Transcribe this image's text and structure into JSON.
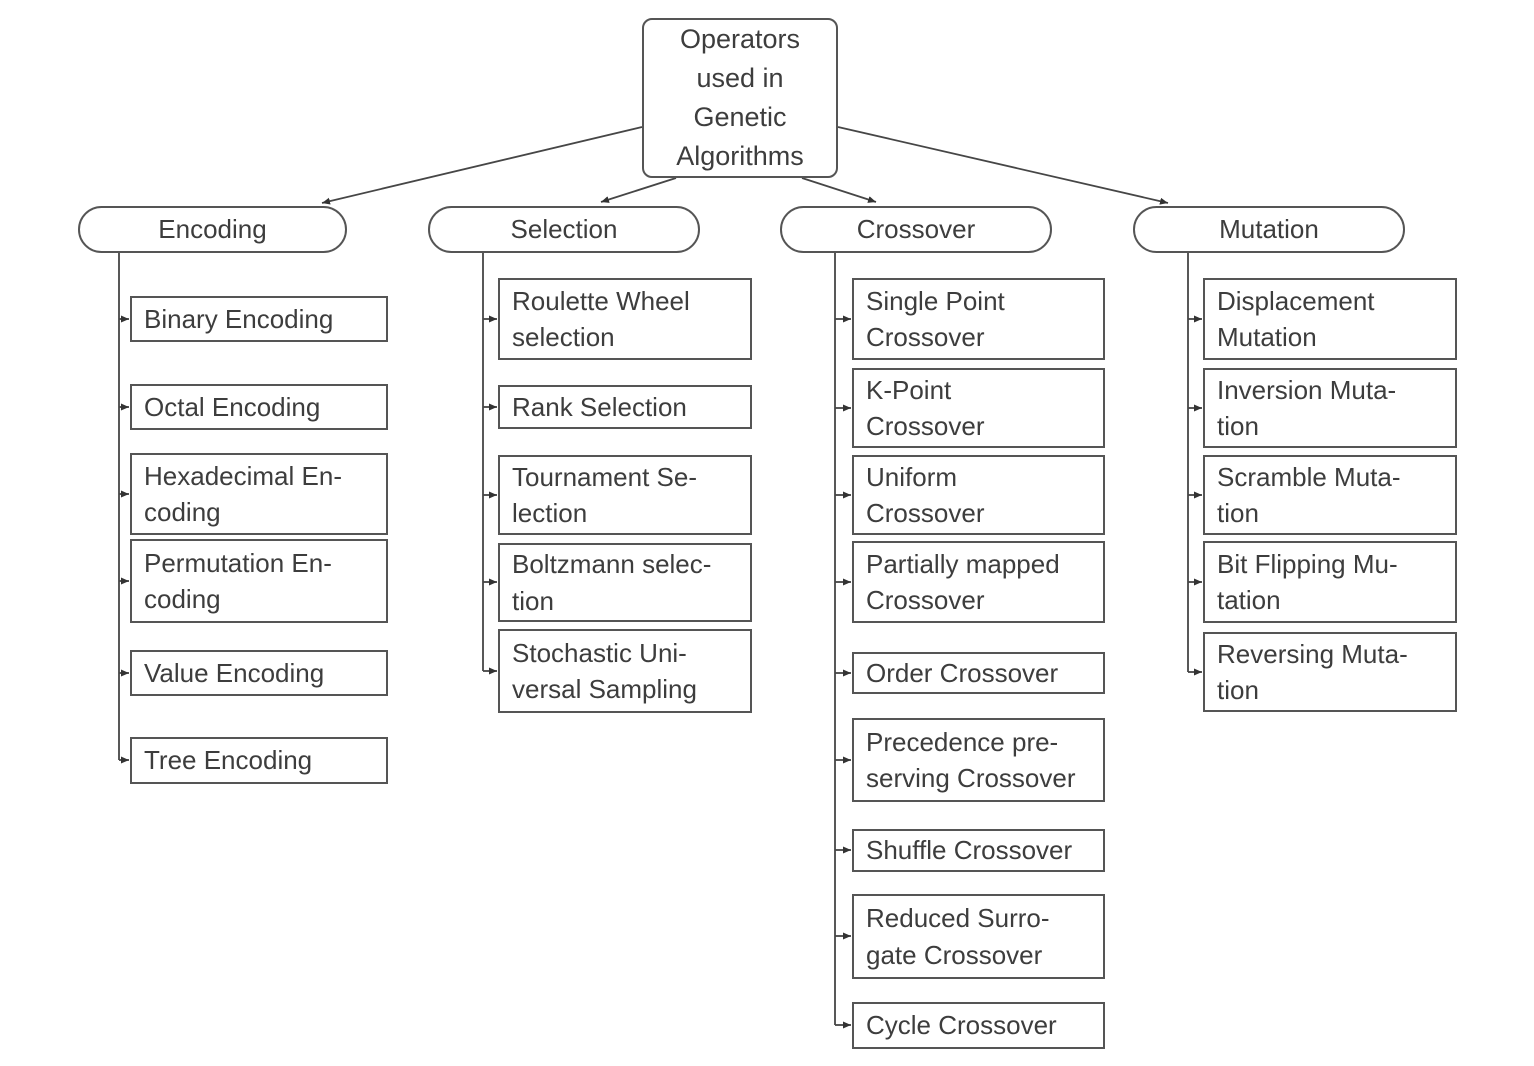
{
  "diagram_title": "Operators used in Genetic Algorithms",
  "root": {
    "label": "Operators\nused in\nGenetic\nAlgorithms"
  },
  "branches": [
    {
      "label": "Encoding",
      "children": [
        {
          "label": "Binary Encoding"
        },
        {
          "label": "Octal Encoding"
        },
        {
          "label": "Hexadecimal En-\ncoding"
        },
        {
          "label": "Permutation En-\ncoding"
        },
        {
          "label": "Value Encoding"
        },
        {
          "label": "Tree Encoding"
        }
      ]
    },
    {
      "label": "Selection",
      "children": [
        {
          "label": "Roulette Wheel\nselection"
        },
        {
          "label": "Rank Selection"
        },
        {
          "label": "Tournament Se-\nlection"
        },
        {
          "label": "Boltzmann selec-\ntion"
        },
        {
          "label": "Stochastic Uni-\nversal Sampling"
        }
      ]
    },
    {
      "label": "Crossover",
      "children": [
        {
          "label": "Single Point\nCrossover"
        },
        {
          "label": "K-Point\nCrossover"
        },
        {
          "label": "Uniform\nCrossover"
        },
        {
          "label": "Partially mapped\nCrossover"
        },
        {
          "label": "Order Crossover"
        },
        {
          "label": "Precedence pre-\nserving Crossover"
        },
        {
          "label": "Shuffle Crossover"
        },
        {
          "label": "Reduced Surro-\ngate Crossover"
        },
        {
          "label": "Cycle Crossover"
        }
      ]
    },
    {
      "label": "Mutation",
      "children": [
        {
          "label": "Displacement\nMutation"
        },
        {
          "label": "Inversion Muta-\ntion"
        },
        {
          "label": "Scramble Muta-\ntion"
        },
        {
          "label": "Bit Flipping Mu-\ntation"
        },
        {
          "label": "Reversing Muta-\ntion"
        }
      ]
    }
  ],
  "colors": {
    "background": "#ffffff",
    "node_fill": "#ffffff",
    "node_border": "#555555",
    "text": "#3d3d3d",
    "connector": "#464646"
  }
}
